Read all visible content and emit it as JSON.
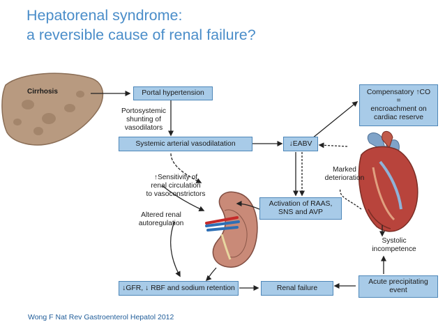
{
  "slide": {
    "title_line1": "Hepatorenal syndrome:",
    "title_line2": "a reversible cause of renal failure?",
    "citation": "Wong F Nat Rev Gastroenterol Hepatol 2012"
  },
  "diagram": {
    "liver_label": "Cirrhosis",
    "boxes": {
      "portal": "Portal hypertension",
      "systemic": "Systemic arterial vasodilatation",
      "eabv": "↓EABV",
      "compensatory": "Compensatory ↑CO\n=\nencroachment on\ncardiac reserve",
      "raas": "Activation of RAAS,\nSNS and AVP",
      "gfr": "↓GFR, ↓ RBF and sodium retention",
      "renal_failure": "Renal failure",
      "acute": "Acute precipitating\nevent"
    },
    "labels": {
      "shunting": "Portosystemic\nshunting of\nvasodilators",
      "sensitivity": "↑Sensitivity of\nrenal circulation\nto vasoconstrictors",
      "autoreg": "Altered renal\nautoregulation",
      "marked": "Marked\ndeterioration",
      "systolic": "Systolic\nincompetence"
    },
    "colors": {
      "box_fill": "#a8cbe8",
      "box_border": "#4d86b8",
      "title": "#4a8dc9",
      "liver": "#b89a80",
      "heart": "#b8443c",
      "kidney": "#c98a78"
    }
  }
}
